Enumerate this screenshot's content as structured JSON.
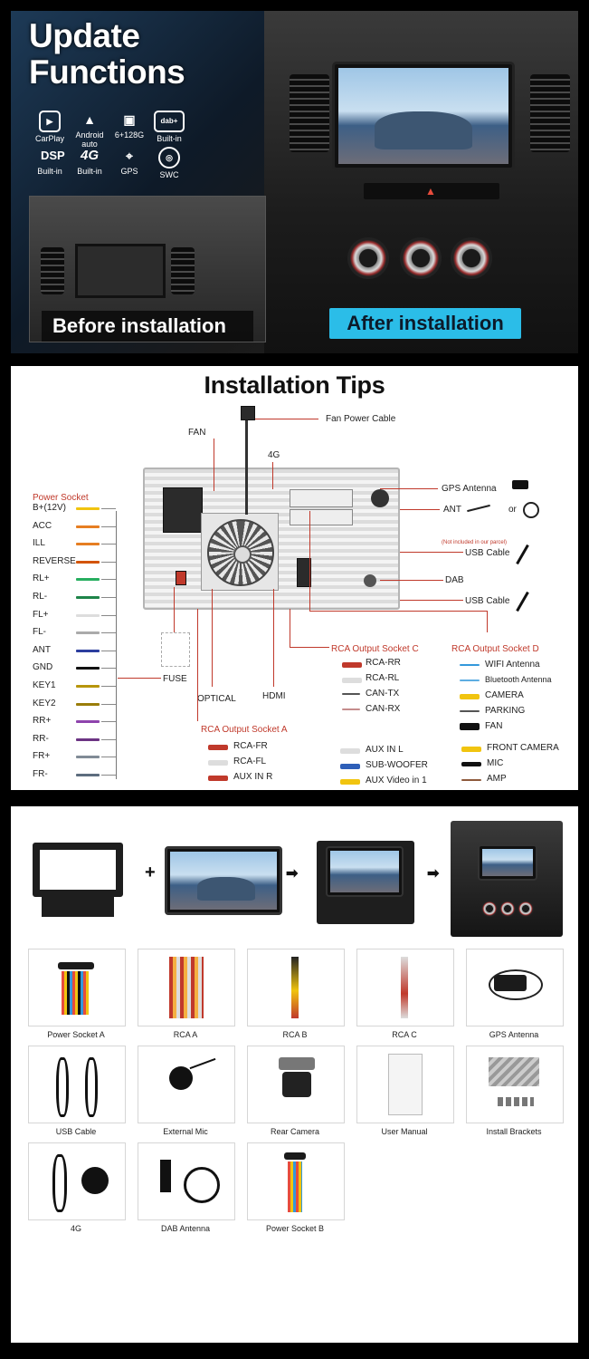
{
  "panel1": {
    "title_line1": "Update",
    "title_line2": "Functions",
    "features": [
      {
        "icon": "carplay-icon",
        "glyph": "▶",
        "label": "CarPlay"
      },
      {
        "icon": "android-auto-icon",
        "glyph": "▲",
        "label": "Android auto"
      },
      {
        "icon": "chip-icon",
        "glyph": "▣",
        "label": "6+128G"
      },
      {
        "icon": "dab-icon",
        "glyph": "dab+",
        "label": "Built-in"
      },
      {
        "icon": "dsp-icon",
        "glyph": "DSP",
        "label": "Built-in"
      },
      {
        "icon": "4g-icon",
        "glyph": "4G",
        "label": "Built-in"
      },
      {
        "icon": "gps-icon",
        "glyph": "⌖",
        "label": "GPS"
      },
      {
        "icon": "steering-wheel-icon",
        "glyph": "◎",
        "label": "SWC"
      }
    ],
    "before_label": "Before installation",
    "after_label": "After installation"
  },
  "panel2": {
    "title": "Installation Tips",
    "power_socket_title": "Power Socket",
    "power_pins": [
      {
        "label": "B+(12V)",
        "color": "#f1c40f"
      },
      {
        "label": "ACC",
        "color": "#e67e22"
      },
      {
        "label": "ILL",
        "color": "#e67e22"
      },
      {
        "label": "REVERSE",
        "color": "#d35400"
      },
      {
        "label": "RL+",
        "color": "#27ae60"
      },
      {
        "label": "RL-",
        "color": "#1e8449"
      },
      {
        "label": "FL+",
        "color": "#dddddd"
      },
      {
        "label": "FL-",
        "color": "#aaaaaa"
      },
      {
        "label": "ANT",
        "color": "#2c3e9e"
      },
      {
        "label": "GND",
        "color": "#111111"
      },
      {
        "label": "KEY1",
        "color": "#b7950b"
      },
      {
        "label": "KEY2",
        "color": "#9a7d0a"
      },
      {
        "label": "RR+",
        "color": "#8e44ad"
      },
      {
        "label": "RR-",
        "color": "#6c3483"
      },
      {
        "label": "FR+",
        "color": "#808b96"
      },
      {
        "label": "FR-",
        "color": "#5d6d7e"
      }
    ],
    "labels": {
      "fan": "FAN",
      "fan_power_cable": "Fan Power Cable",
      "g4": "4G",
      "gps_antenna": "GPS Antenna",
      "ant": "ANT",
      "or": "or",
      "not_included": "(Not included in our parcel)",
      "usb_cable_1": "USB Cable",
      "dab": "DAB",
      "usb_cable_2": "USB Cable",
      "fuse": "FUSE",
      "optical": "OPTICAL",
      "hdmi": "HDMI"
    },
    "rca_c": {
      "title": "RCA Output Socket C",
      "items": [
        "RCA-RR",
        "RCA-RL",
        "CAN-TX",
        "CAN-RX"
      ]
    },
    "rca_d": {
      "title": "RCA Output Socket D",
      "items": [
        "WIFI Antenna",
        "Bluetooth Antenna",
        "CAMERA",
        "PARKING",
        "FAN"
      ]
    },
    "rca_a": {
      "title": "RCA Output Socket A",
      "items": [
        "RCA-FR",
        "RCA-FL",
        "AUX IN R"
      ]
    },
    "aux_group": [
      "AUX IN L",
      "SUB-WOOFER",
      "AUX Video in 1"
    ],
    "camera_group": [
      "FRONT CAMERA",
      "MIC",
      "AMP"
    ]
  },
  "panel3": {
    "plus": "+",
    "arrow": "➡",
    "accessories": [
      "Power Socket A",
      "RCA  A",
      "RCA  B",
      "RCA  C",
      "GPS Antenna",
      "USB Cable",
      "External Mic",
      "Rear Camera",
      "User Manual",
      "Install Brackets",
      "4G",
      "DAB Antenna",
      "Power Socket B"
    ]
  }
}
